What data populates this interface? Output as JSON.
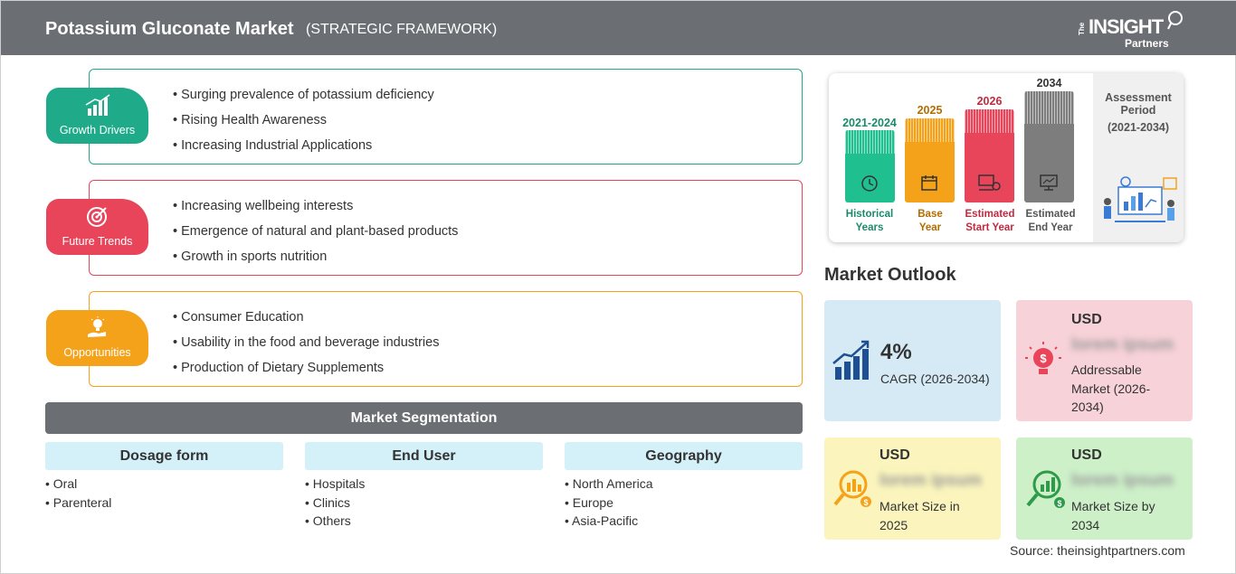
{
  "header": {
    "title": "Potassium Gluconate Market",
    "subtitle": "(STRATEGIC FRAMEWORK)",
    "logo": {
      "the": "The",
      "insight": "INSIGHT",
      "partners": "Partners"
    }
  },
  "growth_drivers": {
    "label": "Growth Drivers",
    "items": [
      "Surging prevalence of potassium deficiency",
      "Rising Health Awareness",
      "Increasing Industrial Applications"
    ],
    "color": "#1fab89"
  },
  "future_trends": {
    "label": "Future Trends",
    "items": [
      "Increasing wellbeing interests",
      "Emergence of natural and plant-based products",
      "Growth in sports nutrition"
    ],
    "color": "#e8455b"
  },
  "opportunities": {
    "label": "Opportunities",
    "items": [
      "Consumer Education",
      "Usability in the food and beverage industries",
      "Production of Dietary Supplements"
    ],
    "color": "#f5a21b"
  },
  "segmentation": {
    "title": "Market Segmentation",
    "columns": [
      {
        "header": "Dosage form",
        "items": [
          "Oral",
          "Parenteral"
        ]
      },
      {
        "header": "End User",
        "items": [
          "Hospitals",
          "Clinics",
          "Others"
        ]
      },
      {
        "header": "Geography",
        "items": [
          "North America",
          "Europe",
          "Asia-Pacific"
        ]
      }
    ]
  },
  "timeline": {
    "bars": [
      {
        "year": "2021-2024",
        "caption_1": "Historical",
        "caption_2": "Years",
        "color": "#1fbf8f",
        "text_color": "#1a8a6a"
      },
      {
        "year": "2025",
        "caption_1": "Base",
        "caption_2": "Year",
        "color": "#f5a21b",
        "text_color": "#b36d00"
      },
      {
        "year": "2026",
        "caption_1": "Estimated",
        "caption_2": "Start Year",
        "color": "#e8455b",
        "text_color": "#c22a40"
      },
      {
        "year": "2034",
        "caption_1": "Estimated",
        "caption_2": "End Year",
        "color": "#7d7d7d",
        "text_color": "#555555"
      }
    ],
    "assessment_title": "Assessment Period",
    "assessment_period": "(2021-2034)"
  },
  "outlook": {
    "title": "Market Outlook",
    "cagr": {
      "value": "4%",
      "label": "CAGR (2026-2034)",
      "bg": "#d6eaf5"
    },
    "addressable": {
      "currency": "USD",
      "value": "lorem ipsum",
      "label_1": "Addressable",
      "label_2": "Market (2026-",
      "label_3": "2034)",
      "bg": "#f7d2d8"
    },
    "size_2025": {
      "currency": "USD",
      "value": "lorem ipsum",
      "label_1": "Market Size in",
      "label_2": "2025",
      "bg": "#fbf5bd"
    },
    "size_2034": {
      "currency": "USD",
      "value": "lorem ipsum",
      "label_1": "Market Size by",
      "label_2": "2034",
      "bg": "#cdf0c9"
    }
  },
  "source": "Source: theinsightpartners.com"
}
